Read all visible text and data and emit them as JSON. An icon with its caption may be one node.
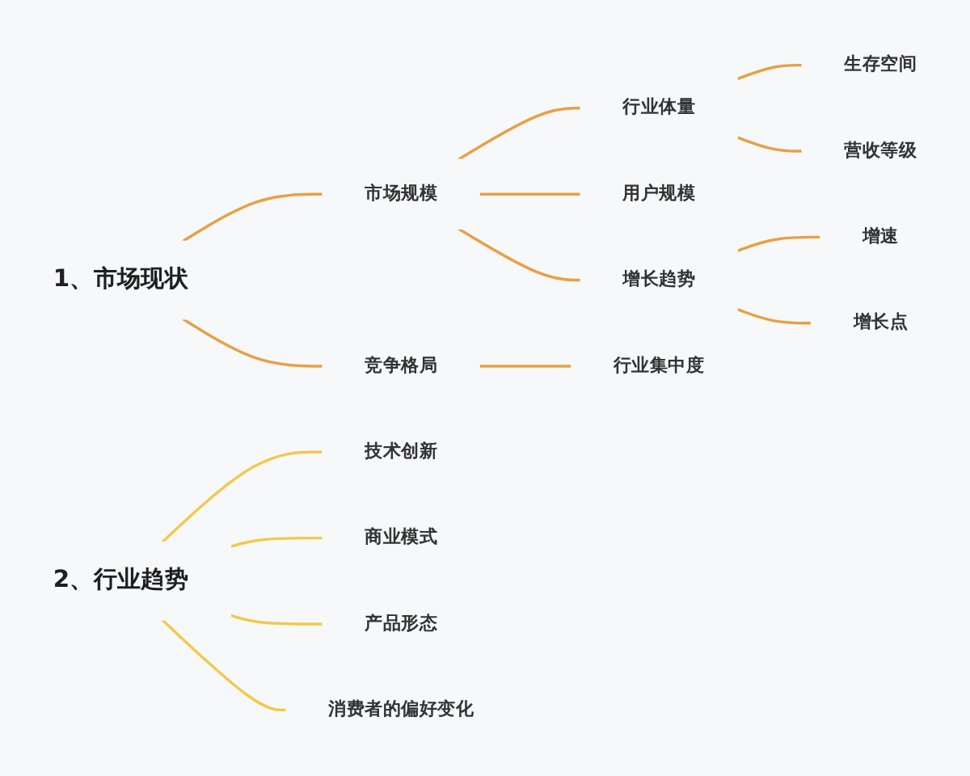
{
  "diagram": {
    "nodes": [
      {
        "text": [
          "1、市场现状"
        ]
      },
      {
        "text": [
          "市场规模"
        ]
      },
      {
        "text": [
          "行业体量"
        ]
      },
      {
        "text": [
          "生存空间"
        ]
      },
      {
        "text": [
          "营收等级"
        ]
      },
      {
        "text": [
          "用户规模"
        ]
      },
      {
        "text": [
          "增长趋势"
        ]
      },
      {
        "text": [
          "增速"
        ]
      },
      {
        "text": [
          "增长点"
        ]
      },
      {
        "text": [
          "竞争格局"
        ]
      },
      {
        "text": [
          "行业集中度"
        ]
      },
      {
        "text": [
          "2、行业趋势"
        ]
      },
      {
        "text": [
          "技术创新"
        ]
      },
      {
        "text": [
          "商业模式"
        ]
      },
      {
        "text": [
          "产品形态"
        ]
      },
      {
        "text": [
          "消费者的偏好变化"
        ]
      }
    ],
    "edges": [
      {
        "from": 0,
        "to": 1,
        "arrow": "none"
      },
      {
        "from": 1,
        "to": 2,
        "arrow": "none"
      },
      {
        "from": 2,
        "to": 3,
        "arrow": "none"
      },
      {
        "from": 2,
        "to": 4,
        "arrow": "none"
      },
      {
        "from": 1,
        "to": 5,
        "arrow": "none"
      },
      {
        "from": 1,
        "to": 6,
        "arrow": "none"
      },
      {
        "from": 6,
        "to": 7,
        "arrow": "none"
      },
      {
        "from": 6,
        "to": 8,
        "arrow": "none"
      },
      {
        "from": 0,
        "to": 9,
        "arrow": "none"
      },
      {
        "from": 9,
        "to": 10,
        "arrow": "none"
      },
      {
        "from": 11,
        "to": 12,
        "arrow": "none",
        "color": "#f2c94c"
      },
      {
        "from": 11,
        "to": 13,
        "arrow": "none",
        "color": "#f2c94c"
      },
      {
        "from": 11,
        "to": 14,
        "arrow": "none",
        "color": "#f2c94c"
      },
      {
        "from": 11,
        "to": 15,
        "arrow": "none",
        "color": "#f2c94c"
      }
    ]
  }
}
